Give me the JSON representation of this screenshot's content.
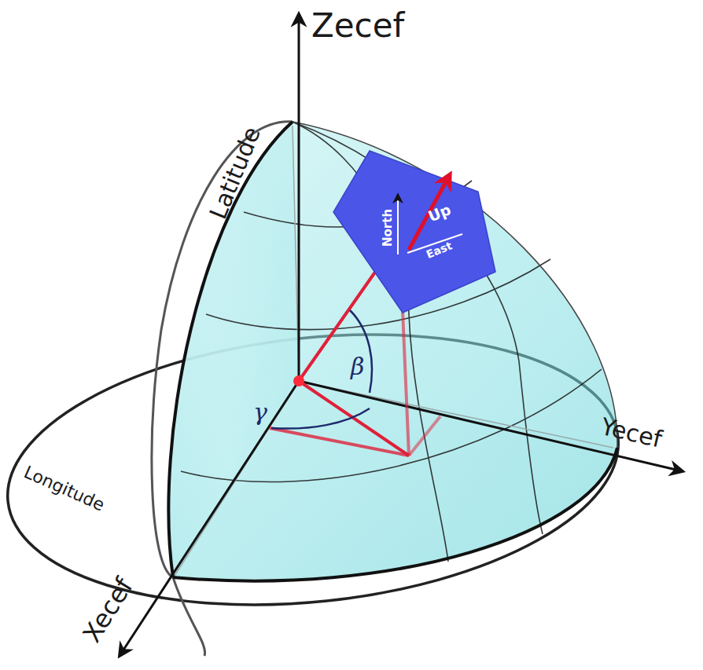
{
  "diagram": {
    "nodes": [
      {
        "text": [
          "North",
          "East",
          "Up"
        ]
      }
    ],
    "labels": [
      "Zecef",
      "Yecef",
      "Xecef",
      "Latitude",
      "Longitude",
      "β",
      "γ"
    ]
  }
}
